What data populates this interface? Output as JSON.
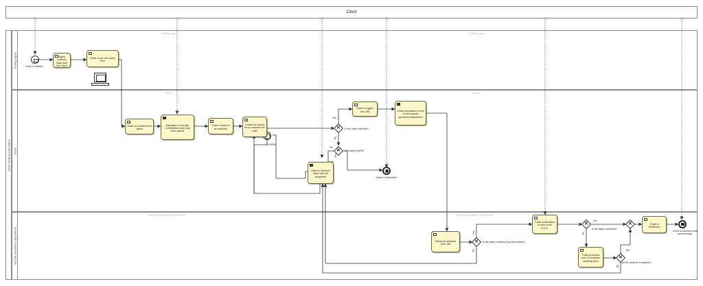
{
  "client_pool": {
    "title": "Client"
  },
  "main_pool": {
    "label": "Wash Trading Corporation"
  },
  "lanes": [
    {
      "label": "Trading agent",
      "watermark": "Trading agent"
    },
    {
      "label": "SLDS",
      "watermark": "SLDS"
    },
    {
      "label": "security operations department",
      "watermark": "security operations department"
    }
  ],
  "events": {
    "start": "Order is Started",
    "cancelled": "Order is Cancelled",
    "end": "Client is informed trade went through",
    "timer": "6:00PM"
  },
  "tasks": {
    "agent_receives": "Agent receives order from the Client",
    "order_put": "Order is put into online form",
    "order_received": "Order is received from Agent",
    "message_sent": "Message is sent with Confirmation order has been placed",
    "order_listed": "Order is listed to be matched",
    "match_looked": "A match is looked for to complete the order",
    "client_informed_not": "Client is informed trade was not completed",
    "order_logged": "Order is logged into 78D",
    "trade_info_sent": "Trade information is sent to the security operations department",
    "record_obtained": "Record is obtained from 78D",
    "trade_confirmation": "Trade confirmation is sent to the DTCC",
    "handed_over": "Trade is handed over to exception handling team",
    "trade_confirmed": "Trade is Confirmed"
  },
  "gateways": {
    "order_matched": "Is the order matched?",
    "past_6pm": "Is it past 6:00PM?",
    "confirmed_both": "Is the trade confirmed by both traders?",
    "confirmed": "Is the trade confirmed?",
    "can_complete": "Can the trade be completed?"
  },
  "flow_labels": {
    "yes": "Yes",
    "no": "No"
  },
  "colors": {
    "task_fill": "#fbf7c9",
    "line": "#333333",
    "border": "#8a8a8a"
  }
}
